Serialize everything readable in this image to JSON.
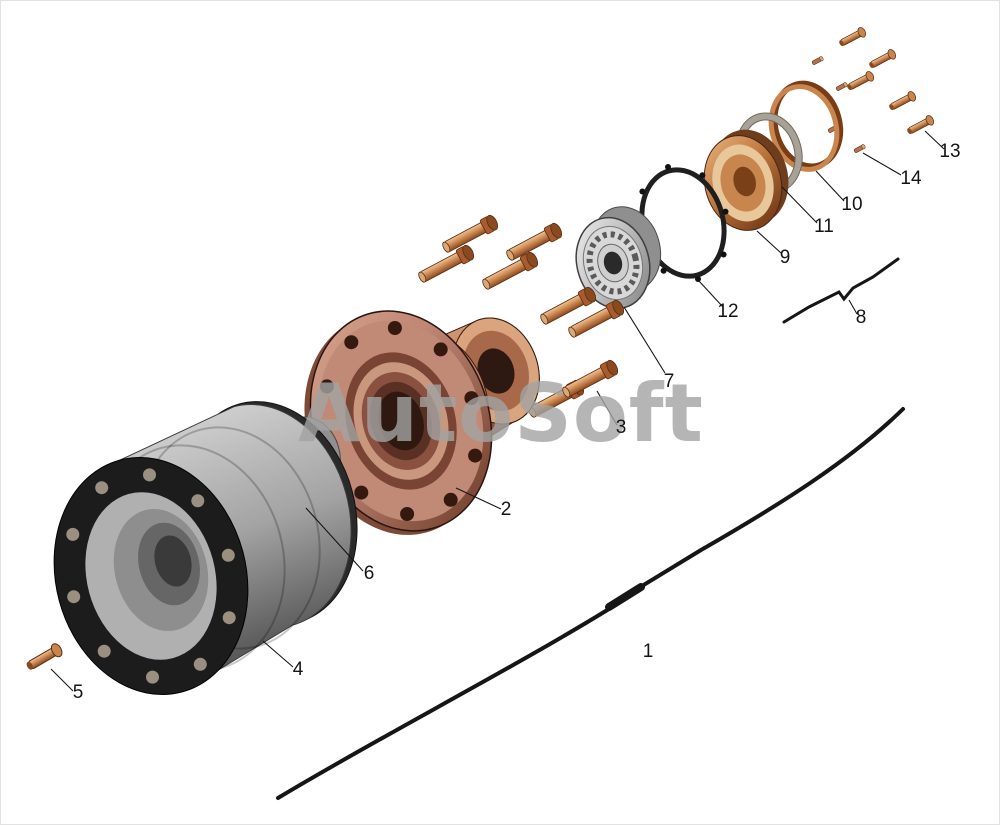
{
  "watermark": "AutoSoft",
  "colors": {
    "background": "#ffffff",
    "line": "#161616",
    "copper": "#b5734a",
    "copper_light": "#e8b47e",
    "copper_dark": "#6e3d1e",
    "hub_pink": "#c08a76",
    "steel_light": "#d8d8d8",
    "steel_dark": "#6b6b6b",
    "drum_dark": "#1c1c1c",
    "watermark_gray": "#a3a3a3",
    "label_color": "#141414"
  },
  "part_labels": {
    "p1": "1",
    "p2": "2",
    "p3": "3",
    "p4": "4",
    "p5": "5",
    "p6": "6",
    "p7": "7",
    "p8": "8",
    "p9": "9",
    "p10": "10",
    "p11": "11",
    "p12": "12",
    "p13": "13",
    "p14": "14"
  }
}
